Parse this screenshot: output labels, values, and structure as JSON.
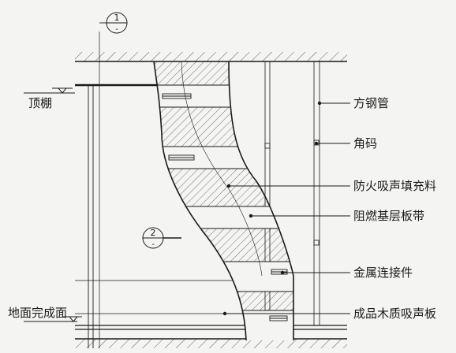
{
  "levels": {
    "ceiling": "顶棚",
    "finished_floor": "地面完成面"
  },
  "callouts": [
    {
      "num": "1",
      "sub": "-"
    },
    {
      "num": "2",
      "sub": "-"
    }
  ],
  "labels": [
    {
      "text": "方钢管"
    },
    {
      "text": "角码"
    },
    {
      "text": "防火吸声填充料"
    },
    {
      "text": "阻燃基层板带"
    },
    {
      "text": "金属连接件"
    },
    {
      "text": "成品木质吸声板"
    }
  ],
  "colors": {
    "line": "#1a1a1a",
    "paper": "#f4f4f2"
  }
}
